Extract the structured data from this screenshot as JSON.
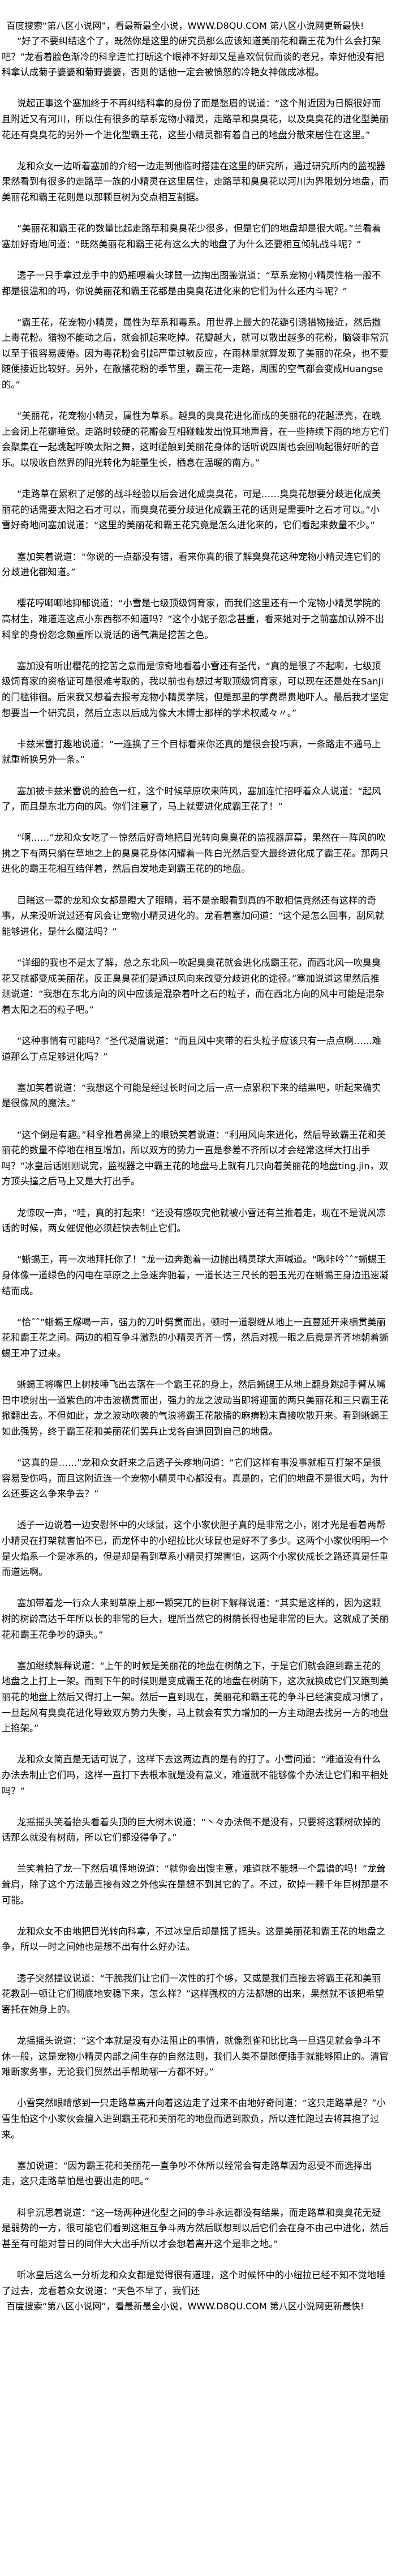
{
  "banner": {
    "text": "百度搜索“第八区小说网”，看最新最全小说，WWW.D8QU.COM  第八区小说网更新最快!"
  },
  "paragraphs": [
    "“好了不要纠结这个了，既然你是这里的研究员那么应该知道美丽花和霸王花为什么会打架吧？”龙看着脸色渐冷的科拿连忙打断这个眼神不好却又是喜欢侃侃而谈的老兄，幸好他没有把科拿认成菊子婆婆和菊野婆婆，否则的话他一定会被愤怒的冷艳女神做成冰棍。",
    "说起正事这个塞加终于不再纠结科拿的身份了而是愁眉的说道：“这个附近因为日照很好而且附近又有河川，所以住有很多的草系宠物小精灵，走路草和臭臭花，以及臭臭花的进化型美丽花还有臭臭花的另外一个进化型霸王花，这些小精灵都有着自己的地盘分散来居住在这里。”",
    "龙和众女一边听着塞加的介绍一边走到他临时搭建在这里的研究所，通过研究所内的监视器果然看到有很多的走路草一族的小精灵在这里居住，走路草和臭臭花以河川为界限划分地盘，而美丽花和霸王花则是以那颗巨树为交点相互割据。",
    "“美丽花和霸王花的数量比起走路草和臭臭花少很多，但是它们的地盘却是很大呢。”兰看着塞加好奇地问道：“既然美丽花和霸王花有这么大的地盘了为什么还要相互倾轧战斗呢？”",
    "透子一只手拿过龙手中的奶瓶喂着火球鼠一边掏出图鉴说道：“草系宠物小精灵性格一般不都是很温和的吗，你说美丽花和霸王花都是由臭臭花进化来的它们为什么还内斗呢？”",
    "“霸王花，花宠物小精灵，属性为草系和毒系。用世界上最大的花瓣引诱猎物接近，然后撒上毒花粉。猎物不能动之后，就会抓起来吃掉。花瓣越大，就可以散出越多的花粉，脑袋非常沉以至于很容易疲倦。因为毒花粉会引起严重过敏反应，在雨林里就算发现了美丽的花朵，也不要随便接近比较好。另外，在散播花粉的季节里，霸王花一走路，周围的空气都会变成Huangse的。”",
    "“美丽花，花宠物小精灵，属性为草系。越臭的臭臭花进化而成的美丽花的花越漂亮，在晚上会闭上花瓣睡觉。走路时较硬的花瓣会互相碰触发出悦耳地声音，在一些持续下雨的地方它们会聚集在一起跳起呼唤太阳之舞，这时碰触到美丽花身体的话听说四周也会回响起很好听的音乐。以吸收自然界的阳光转化为能量生长，栖息在温暖的南方。”",
    "“走路草在累积了足够的战斗经验以后会进化成臭臭花，可是……臭臭花想要分歧进化成美丽花的话需要太阳之石才可以，而臭臭花要分歧进化成霸王花的话则是需要叶之石才可以。”小雪好奇地问塞加说道：“这里的美丽花和霸王花究竟是怎么进化来的，它们看起来数量不少。”",
    "塞加笑着说道：“你说的一点都没有错，看来你真的很了解臭臭花这种宠物小精灵连它们的分歧进化都知道。”",
    "樱花哼唧唧地抑郁说道：“小雪是七级顶级饲育家，而我们这里还有一个宠物小精灵学院的高材生，难道连这点小东西都不知道吗？”这个小妮子怨念甚重，看来她对于之前塞加认辨不出科拿的身份怨念颇重所以说话的语气满是挖苦之色。",
    "塞加没有听出樱花的挖苦之意而是惊奇地看着小雪还有圣代，“真的是很了不起啊，七级顶级饲育家的资格证可是很难考取的，我以前也有想过考取顶级饲育家，可以现在还是处在SanJi的门槛徘徊。后来我又想着去报考宠物小精灵学院，但是那里的学费昂贵地吓人。最后我才坚定想要当一个研究员，然后立志以后成为像大木博士那样的学术权威々〃。”",
    "卡兹米雷打趣地说道：“一连换了三个目标看来你还真的是很会投巧嘛，一条路走不通马上就重新换另外一条。”",
    "塞加被卡兹米雷说的脸色一红，这个时候草原吹来阵风，塞加连忙招呼着众人说道：“起风了，而且是东北方向的风。你们注意了，马上就要进化成霸王花了！”",
    "“啊……”龙和众女吃了一惊然后好奇地把目光转向臭臭花的监视器屏幕，果然在一阵风的吹拂之下有两只躺在草地之上的臭臭花身体闪耀着一阵白光然后变大最终进化成了霸王花。那两只进化的霸王花相互结伴着，然后自发地走到霸王花的的地盘。",
    "目睹这一幕的龙和众女都是瞪大了眼睛，若不是亲眼看到真的不敢相信竟然还有这样的奇事，从来没听说过还有风会让宠物小精灵进化的。龙看着塞加问道：“这个是怎么回事，刮风就能够进化，是什么魔法吗？”",
    "“详细的我也不是太了解，总之东北风一吹起臭臭花就会进化成霸王花，而西北风一吹臭臭花又就都变成美丽花，反正臭臭花们是通过风向来改变分歧进化的途径。”塞加说道这里然后推测说道：“我想在东北方向的风中应该是混杂着叶之石的粒子，而在西北方向的风中可能是混杂着太阳之石的粒子吧。”",
    "“这种事情有可能吗？”圣代凝眉说道：“而且风中夹带的石头粒子应该只有一点点啊……难道那么丁点足够进化吗？”",
    "塞加笑着说道：“我想这个可能是经过长时间之后一点一点累积下来的结果吧，听起来确实是很像风的魔法。”",
    "“这个倒是有趣。”科拿推着鼻梁上的眼镜笑着说道：“利用风向来进化，然后导致霸王花和美丽花的数量不停地在相互增加，所以双方的势力一直是参差不齐所以才会经常这样大打出手吗？”冰皇后话刚刚说完，监视器之中霸王花的地盘马上就有几只向着美丽花的地盘ting.jin，双方顶头撞之后马上又是大打出手。",
    "龙惊叹一声，“哇，真的打起来！”还没有感叹完他就被小雪还有兰推着走，现在不是说风凉话的时候，两女催促他必须赶快去制止它们。",
    "“蜥蜴王，再一次地拜托你了！”龙一边奔跑着一边抛出精灵球大声喊道。“啾咔吟ˆˆ”蜥蜴王身体像一道绿色的闪电在草原之上急速奔驰着，一道长达三尺长的碧玉光刃在蜥蜴王身边迅速凝结而成。",
    "“恰ˆˆ”蜥蜴王爆喝一声，强力的刀叶劈贯而出，顿时一道裂缝从地上一直蔓延开来横贯美丽花和霸王花之间。两边的相互争斗激烈的小精灵齐齐一愣，然后对视一眼之后竟是齐齐地朝着蜥蜴王冲了过来。",
    "蜥蜴王将嘴巴上树枝唾飞出去落在一个霸王花的身上，然后蜥蜴王从地上翻身跳起手臂从嘴巴中喷射出一道紫色的冲击波横贯而出，强力的龙之波动当即将迎面的两只美丽花和三只霸王花掀翻出去。不但如此，龙之波动吹袭的气浪将霸王花散播的麻痹粉末直接吹散开来。看到蜥蜴王如此强势，终于霸王花和美丽花们罢兵止戈各自退回到自己的地盘。",
    "“这真的是……”龙和众女赶来之后透子头疼地问道：“它们这样有事没事就相互打架不是很容易受伤吗，而且这附近连一个宠物小精灵中心都没有。真是的，它们的地盘不是很大吗，为什么还要这么争来争去？”",
    "透子一边说着一边安慰怀中的火球鼠，这个小家伙胆子真的是非常之小，刚才光是看着两帮小精灵在打架就害怕不已，而龙怀中的小纽拉比火球鼠也是好不了多少。这两个小家伙明明一个是火焰系一个是冰系的，但是却是看到草系小精灵打架害怕，这两个小家伙成长之路还真是任重而道远啊。",
    "塞加带着龙一行众人来到草原上那一颗突兀的巨树下解释说道：“其实是这样的，因为这颗树的树龄高达千年所以长的非常的巨大，理所当然它的树荫长得也是非常的巨大。这就成了美丽花和霸王花争吵的源头。”",
    "塞加继续解释说道：“上午的时候是美丽花的地盘在树荫之下，于是它们就会跑到霸王花的地盘之上打上一架。而到下午的时候则是变成霸王花的地盘在树荫下，这次就换成它们又跑到美丽花的地盘上然后又得打上一架。然后一直到现在，美丽花和霸王花的争斗已经演变成习惯了，一旦起风有臭臭花进化导致双方势力失衡，马上就会有实力增加的一方主动跑去找另一方的地盘上掐架。”",
    "龙和众女简直是无话可说了，这样下去这两边真的是有的打了。小雪问道：“难道没有什么办法去制止它们吗，这样一直打下去根本就是没有意义，难道就不能够像个办法让它们和平相处吗？”",
    "龙摇摇头笑着抬头看着头顶的巨大树木说道：“丶々办法倒不是没有，只要将这颗树砍掉的话那么就没有树荫，所以它们都没得争了。”",
    "兰笑着拍了龙一下然后嗔怪地说道：“就你会出馊主意，难道就不能想一个靠谱的吗！”龙耸耸肩，除了这个方法最直接有效之外他实在是想不到其它的了。不过，砍掉一颗千年巨树那是不可能。",
    "龙和众女不由地把目光转向科拿，不过冰皇后却是摇了摇头。这是美丽花和霸王花的地盘之争，所以一时之间她也是想不出有什么好办法。",
    "透子突然提议说道：“干脆我们让它们一次性的打个够，又或是我们直接去将霸王花和美丽花教刮一顿让它们彻底地安稳下来，怎么样？”这样强权的方法都想的出来，果然就不该把希望寄托在她身上的。",
    "龙摇摇头说道：“这个本就是没有办法阻止的事情，就像烈雀和比比鸟一旦遇见就会争斗不休一般，这是宠物小精灵内部之间生存的自然法则，我们人类不是随便插手就能够阻止的。清官难断家务事，无论我们贸然出手帮助哪一方都不好。”",
    "小雪突然眼睛憋到一只走路草离开向着这边走了过来不由地好奇问道：“这只走路草是？”小雪生怕这个小家伙会擅入进到霸王花和美丽花的地盘而遭到欺负，所以连忙跑过去将其抱了过来。",
    "塞加说道：“因为霸王花和美丽花一直争吵不休所以经常会有走路草因为忍受不而选择出走，这只走路草怕是也要出走的吧。”",
    "科拿沉思着说道：“这一场两种进化型之间的争斗永远都没有结果，而走路草和臭臭花无疑是弱势的一方，很可能它们看到这相互争斗两方然后联想到以后它们会在身不由己中进化，然后甚至有可能对昔日的同伴大大出手所以才会想着离开这个是非之地。”",
    "听冰皇后这么一分析龙和众女都是觉得很有道理，这个时候怀中的小纽拉已经不知不觉地睡了过去，龙看着众女说道：“天色不早了，我们还"
  ],
  "footer": {
    "text": "百度搜索“第八区小说网”，看最新最全小说，WWW.D8QU.COM  第八区小说网更新最快!"
  }
}
